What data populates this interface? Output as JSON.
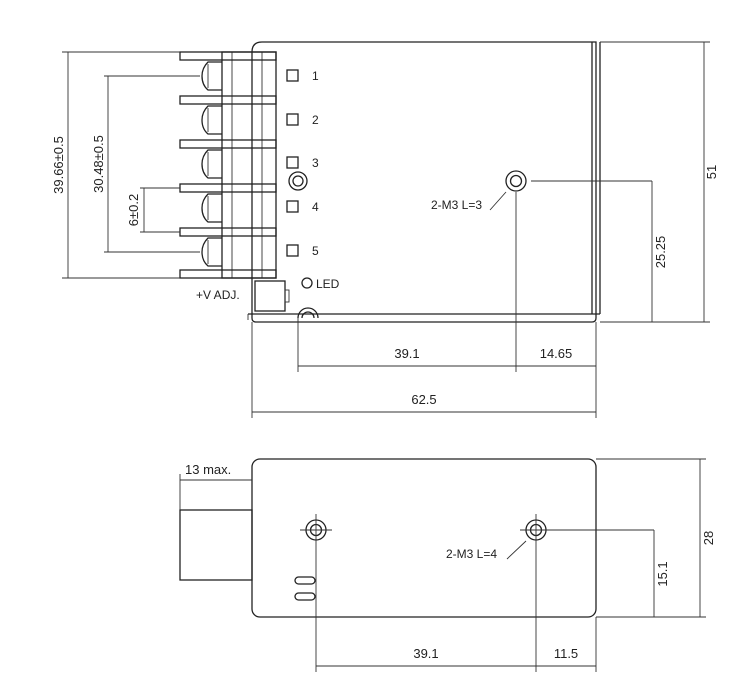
{
  "top_view": {
    "pins": [
      "1",
      "2",
      "3",
      "4",
      "5"
    ],
    "led_label": "LED",
    "vadj_label": "+V ADJ.",
    "screw_callout": "2-M3 L=3",
    "dims": {
      "height_terminal": "39.66±0.5",
      "pin_span": "30.48±0.5",
      "pin_pitch": "6±0.2",
      "total_height": "51",
      "hole_height": "25.25",
      "hole_spacing": "39.1",
      "hole_to_edge": "14.65",
      "total_length": "62.5"
    }
  },
  "side_view": {
    "screw_callout": "2-M3 L=4",
    "dims": {
      "terminal_max": "13 max.",
      "total_height": "28",
      "hole_height": "15.1",
      "hole_spacing": "39.1",
      "hole_to_edge": "11.5"
    }
  }
}
